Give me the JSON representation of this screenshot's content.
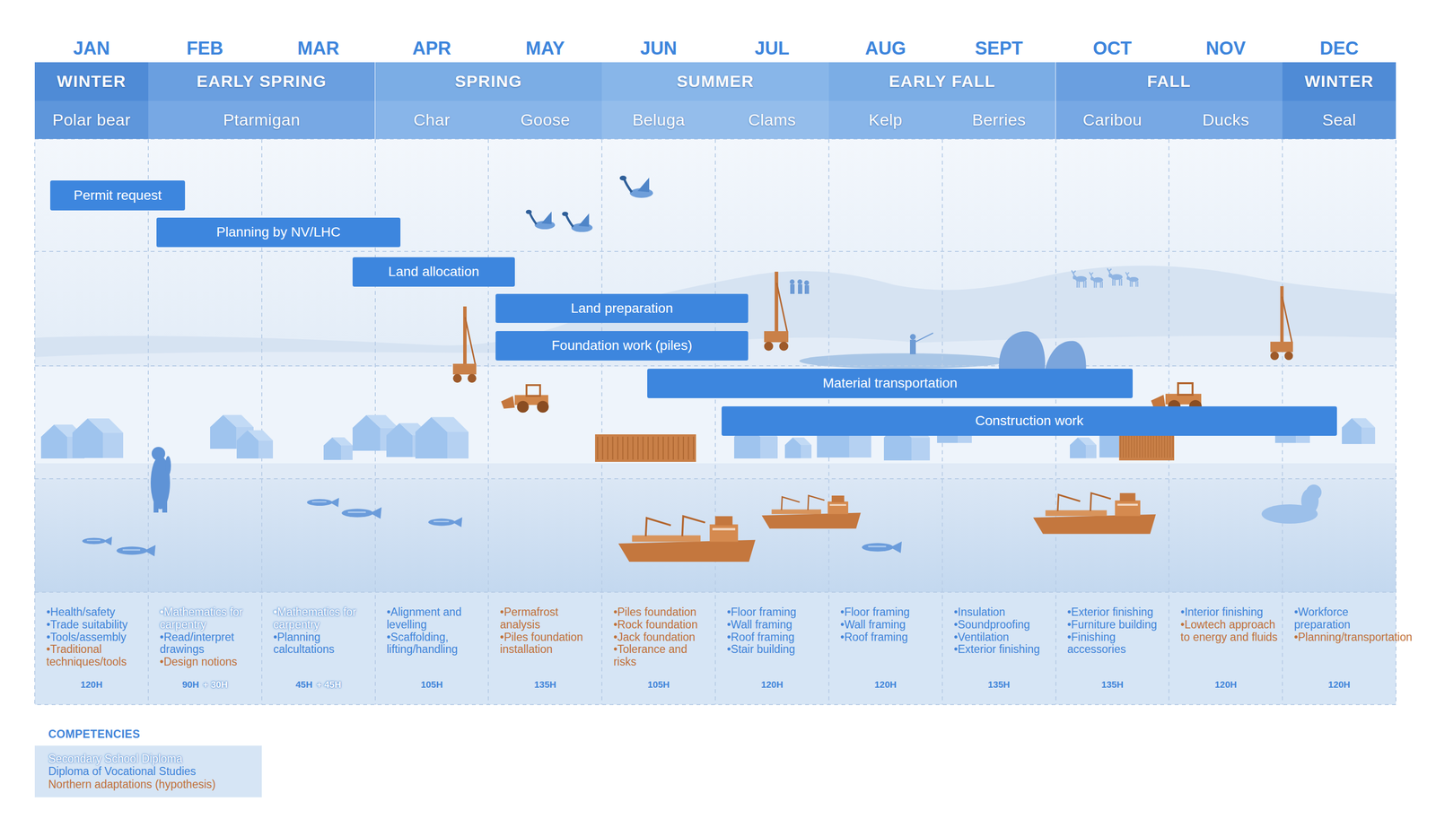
{
  "diagram": {
    "nodes": [
      {
        "text": [
          "WINTER"
        ]
      },
      {
        "text": [
          "EARLY SPRING"
        ]
      },
      {
        "text": [
          "SPRING"
        ]
      },
      {
        "text": [
          "SUMMER"
        ]
      },
      {
        "text": [
          "EARLY FALL"
        ]
      },
      {
        "text": [
          "FALL"
        ]
      },
      {
        "text": [
          "WINTER"
        ]
      },
      {
        "text": [
          "Polar bear"
        ]
      },
      {
        "text": [
          "Ptarmigan"
        ]
      },
      {
        "text": [
          "Char"
        ]
      },
      {
        "text": [
          "Goose"
        ]
      },
      {
        "text": [
          "Beluga"
        ]
      },
      {
        "text": [
          "Clams"
        ]
      },
      {
        "text": [
          "Kelp"
        ]
      },
      {
        "text": [
          "Berries"
        ]
      },
      {
        "text": [
          "Caribou"
        ]
      },
      {
        "text": [
          "Ducks"
        ]
      },
      {
        "text": [
          "Seal"
        ]
      },
      {
        "text": [
          "Permit request"
        ]
      },
      {
        "text": [
          "Planning by NV/LHC"
        ]
      },
      {
        "text": [
          "Land allocation"
        ]
      },
      {
        "text": [
          "Land preparation"
        ]
      },
      {
        "text": [
          "Foundation work (piles)"
        ]
      },
      {
        "text": [
          "Material transportation"
        ]
      },
      {
        "text": [
          "Construction work"
        ]
      }
    ],
    "labels": [
      "JAN",
      "FEB",
      "MAR",
      "APR",
      "MAY",
      "JUN",
      "JUL",
      "AUG",
      "SEPT",
      "OCT",
      "NOV",
      "DEC",
      "•Health/safety",
      "•Trade suitability",
      "•Tools/assembly",
      "•Traditional techniques/tools",
      "120H",
      "•Mathematics for carpentry",
      "•Read/interpret drawings",
      "•Design notions",
      "90H",
      "+ 30H",
      "•Mathematics for carpentry",
      "•Planning calcultations",
      "45H",
      "+ 45H",
      "•Alignment and levelling",
      "•Scaffolding, lifting/handling",
      "105H",
      "•Permafrost analysis",
      "•Piles foundation installation",
      "135H",
      "•Piles foundation",
      "•Rock foundation",
      "•Jack foundation",
      "•Tolerance and risks",
      "105H",
      "•Floor framing",
      "•Wall framing",
      "•Roof framing",
      "•Stair building",
      "120H",
      "•Floor framing",
      "•Wall framing",
      "•Roof framing",
      "120H",
      "•Insulation",
      "•Soundproofing",
      "•Ventilation",
      "•Exterior finishing",
      "135H",
      "•Exterior finishing",
      "•Furniture building",
      "•Finishing accessories",
      "135H",
      "•Interior finishing",
      "•Lowtech approach to energy and fluids",
      "120H",
      "•Workforce preparation",
      "•Planning/transportation",
      "120H",
      "COMPETENCIES"
    ],
    "legend": [
      {
        "text": "Secondary School Diploma",
        "color": "#ffffff"
      },
      {
        "text": "Diploma of Vocational Studies",
        "color": "#3f84d9"
      },
      {
        "text": "Northern adaptations (hypothesis)",
        "color": "#c0703a"
      }
    ]
  }
}
